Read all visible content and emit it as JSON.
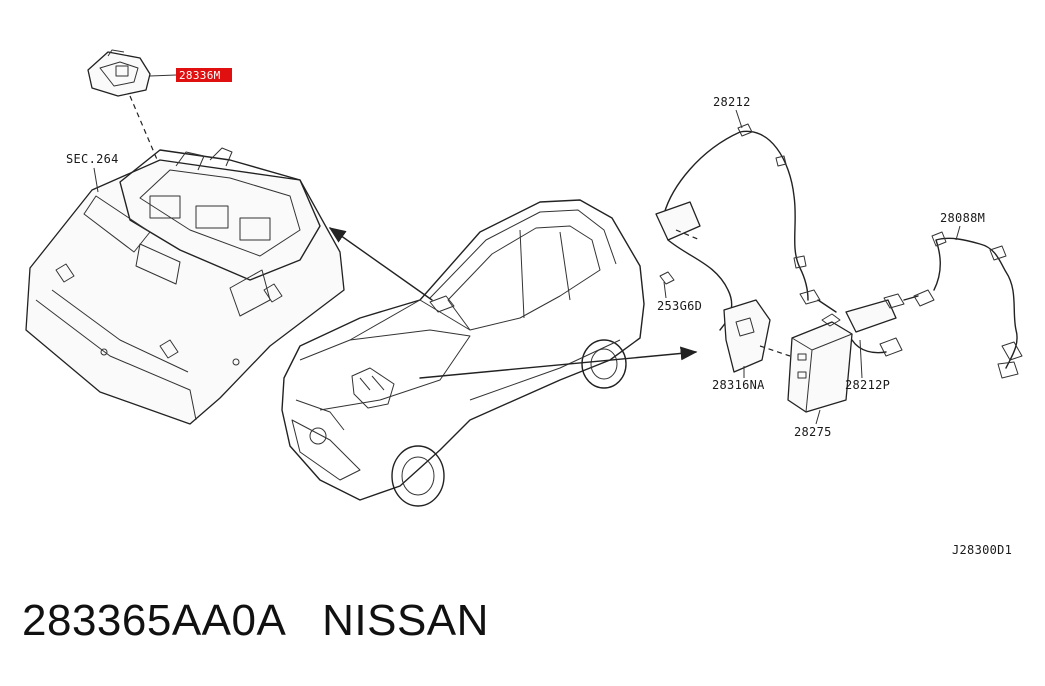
{
  "diagram": {
    "highlighted_part": "28336M",
    "callouts": {
      "sec_264": "SEC.264",
      "p28212": "28212",
      "p28088m": "28088M",
      "p253g6d": "253G6D",
      "p28316na": "28316NA",
      "p28212p": "28212P",
      "p28275": "28275"
    },
    "figure_code": "J28300D1",
    "highlight_color": "#e01010"
  },
  "caption": {
    "part_number": "283365AA0A",
    "brand": "NISSAN"
  }
}
